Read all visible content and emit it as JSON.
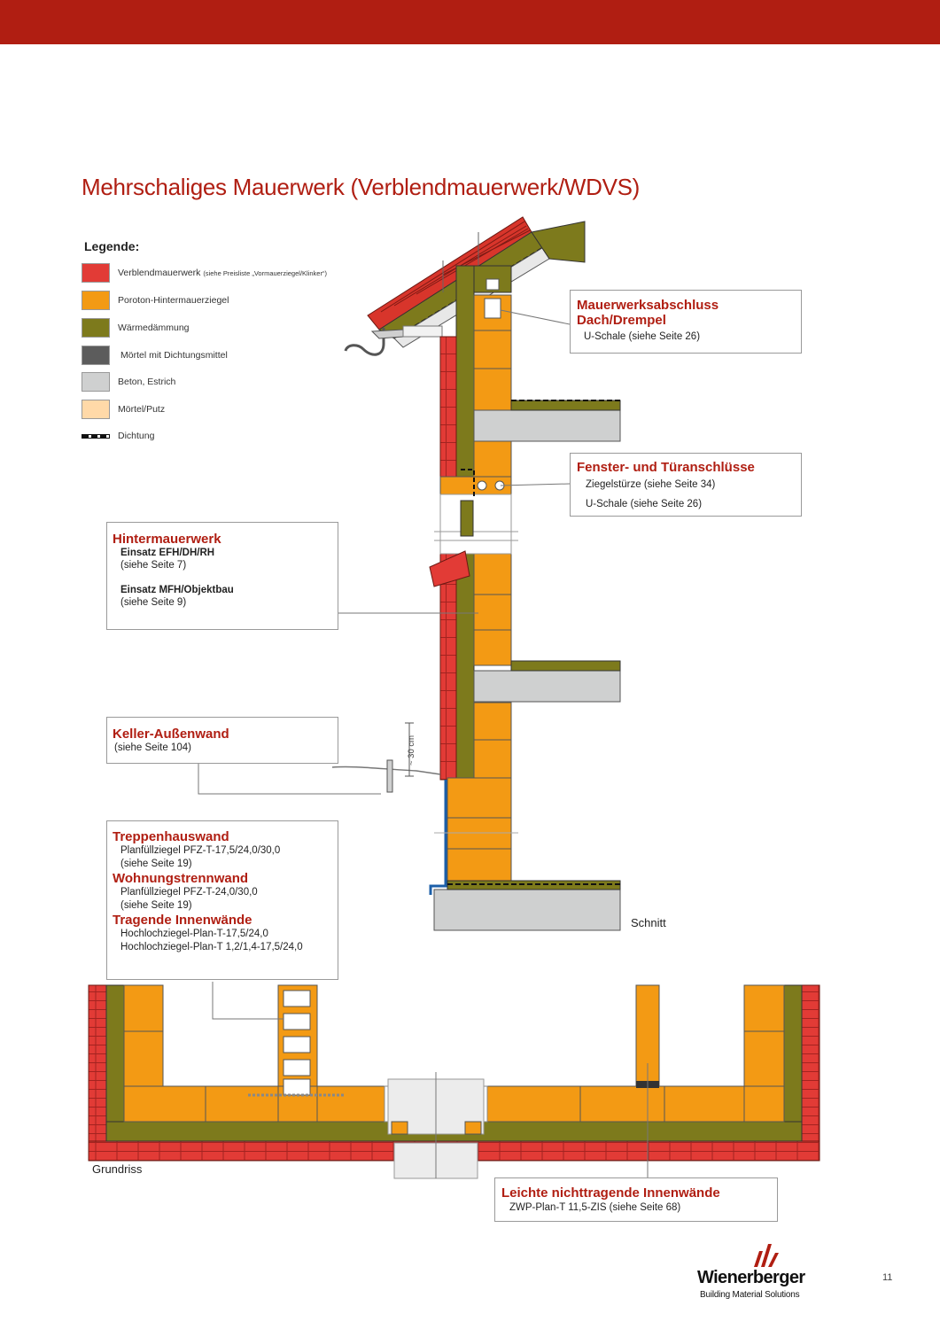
{
  "page": {
    "title": "Mehrschaliges Mauerwerk (Verblendmauerwerk/WDVS)",
    "page_number": "11",
    "accent_color": "#b01e12"
  },
  "legend": {
    "heading": "Legende:",
    "items": [
      {
        "label": "Verblendmauerwerk",
        "note": "(siehe Preisliste „Vormauerziegel/Klinker“)",
        "color": "#e23b36"
      },
      {
        "label": "Poroton-Hintermauerziegel",
        "color": "#f39a14"
      },
      {
        "label": "Wärmedämmung",
        "color": "#7d7a1c"
      },
      {
        "label": "Mörtel mit Dichtungsmittel",
        "color": "#5c5c5c"
      },
      {
        "label": "Beton, Estrich",
        "color": "#cfd0d0"
      },
      {
        "label": "Mörtel/Putz",
        "color": "#ffd9a8"
      },
      {
        "label": "Dichtung",
        "icon": "seal-line-icon"
      }
    ]
  },
  "callouts": {
    "mauerwerksabschluss": {
      "title_1": "Mauerwerksabschluss",
      "title_2": "Dach/Drempel",
      "line": "U-Schale (siehe Seite 26)"
    },
    "fenster": {
      "title": "Fenster- und Türanschlüsse",
      "line_1": "Ziegelstürze (siehe Seite 34)",
      "line_2": "U-Schale (siehe Seite 26)"
    },
    "hintermauerwerk": {
      "title": "Hintermauerwerk",
      "sub_1": "Einsatz EFH/DH/RH",
      "ref_1": "(siehe Seite 7)",
      "sub_2": "Einsatz MFH/Objektbau",
      "ref_2": "(siehe Seite 9)"
    },
    "keller": {
      "title": "Keller-Außenwand",
      "ref": "(siehe Seite 104)"
    },
    "innen": {
      "title_1": "Treppenhauswand",
      "line_1a": "Planfüllziegel PFZ-T-17,5/24,0/30,0",
      "line_1b": "(siehe Seite 19)",
      "title_2": "Wohnungstrennwand",
      "line_2a": "Planfüllziegel PFZ-T-24,0/30,0",
      "line_2b": "(siehe Seite 19)",
      "title_3": "Tragende Innenwände",
      "line_3a": "Hochlochziegel-Plan-T-17,5/24,0",
      "line_3b": "Hochlochziegel-Plan-T 1,2/1,4-17,5/24,0"
    },
    "leichte": {
      "title": "Leichte nichttragende Innenwände",
      "line": "ZWP-Plan-T 11,5-ZIS (siehe Seite 68)"
    }
  },
  "drawing": {
    "label_schnitt": "Schnitt",
    "label_grundriss": "Grundriss",
    "dimension": "~ 30 cm"
  },
  "brand": {
    "name": "Wienerberger",
    "tagline": "Building Material Solutions"
  }
}
